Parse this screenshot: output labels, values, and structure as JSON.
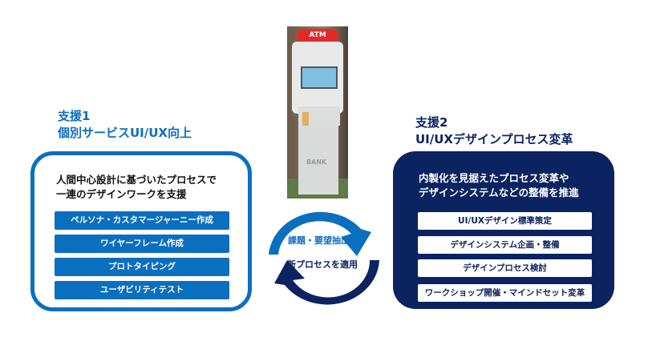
{
  "left": {
    "title1": "支援1",
    "title2": "個別サービスUI/UX向上",
    "desc1": "人間中心設計に基づいたプロセスで",
    "desc2": "一連のデザインワークを支援",
    "items": [
      "ペルソナ・カスタマージャーニー作成",
      "ワイヤーフレーム作成",
      "プロトタイピング",
      "ユーザビリティテスト"
    ]
  },
  "right": {
    "title1": "支援2",
    "title2": "UI/UXデザインプロセス変革",
    "desc1": "内製化を見据えたプロセス変革や",
    "desc2": "デザインシステムなどの整備を推進",
    "items": [
      "UI/UXデザイン標準策定",
      "デザインシステム企画・整備",
      "デザインプロセス検討",
      "ワークショップ開催・マインドセット変革"
    ]
  },
  "cycle": {
    "top": "課題・要望抽出",
    "bottom": "新プロセスを適用"
  },
  "photo": {
    "sign": "ATM",
    "logo": "BANK"
  },
  "colors": {
    "blue": "#0b6fc0",
    "navy": "#0b2360"
  }
}
